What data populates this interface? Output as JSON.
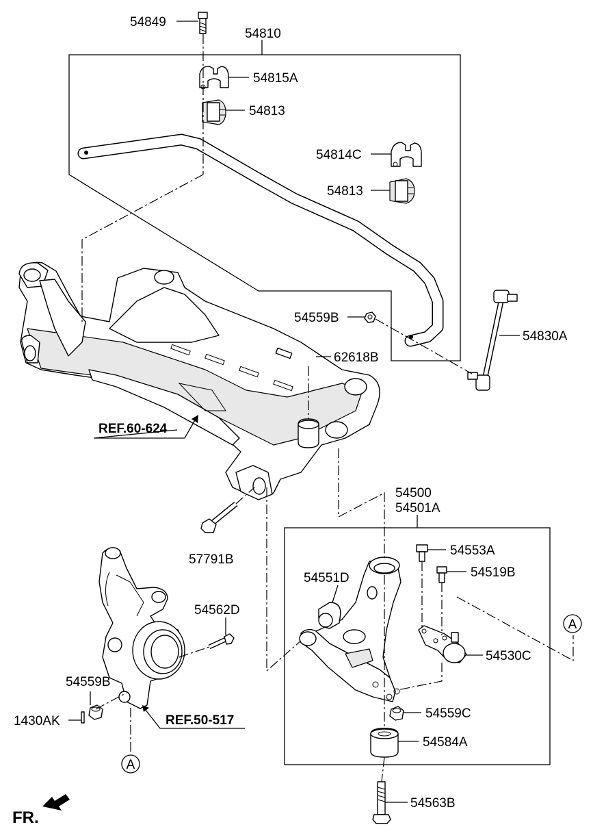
{
  "labels": {
    "p54849": "54849",
    "p54810": "54810",
    "p54815A": "54815A",
    "p54813a": "54813",
    "p54814C": "54814C",
    "p54813b": "54813",
    "p54559B_top": "54559B",
    "p62618B": "62618B",
    "p54830A": "54830A",
    "p57791B": "57791B",
    "p54500": "54500",
    "p54501A": "54501A",
    "p54553A": "54553A",
    "p54519B": "54519B",
    "p54551D": "54551D",
    "p54562D": "54562D",
    "p54530C": "54530C",
    "p54559B_bot": "54559B",
    "p1430AK": "1430AK",
    "p54559C": "54559C",
    "p54584A": "54584A",
    "p54563B": "54563B"
  },
  "refs": {
    "ref60": "REF.60-624",
    "ref50": "REF.50-517"
  },
  "markers": {
    "a_right": "A",
    "a_bottom": "A"
  },
  "direction": {
    "fr": "FR."
  }
}
